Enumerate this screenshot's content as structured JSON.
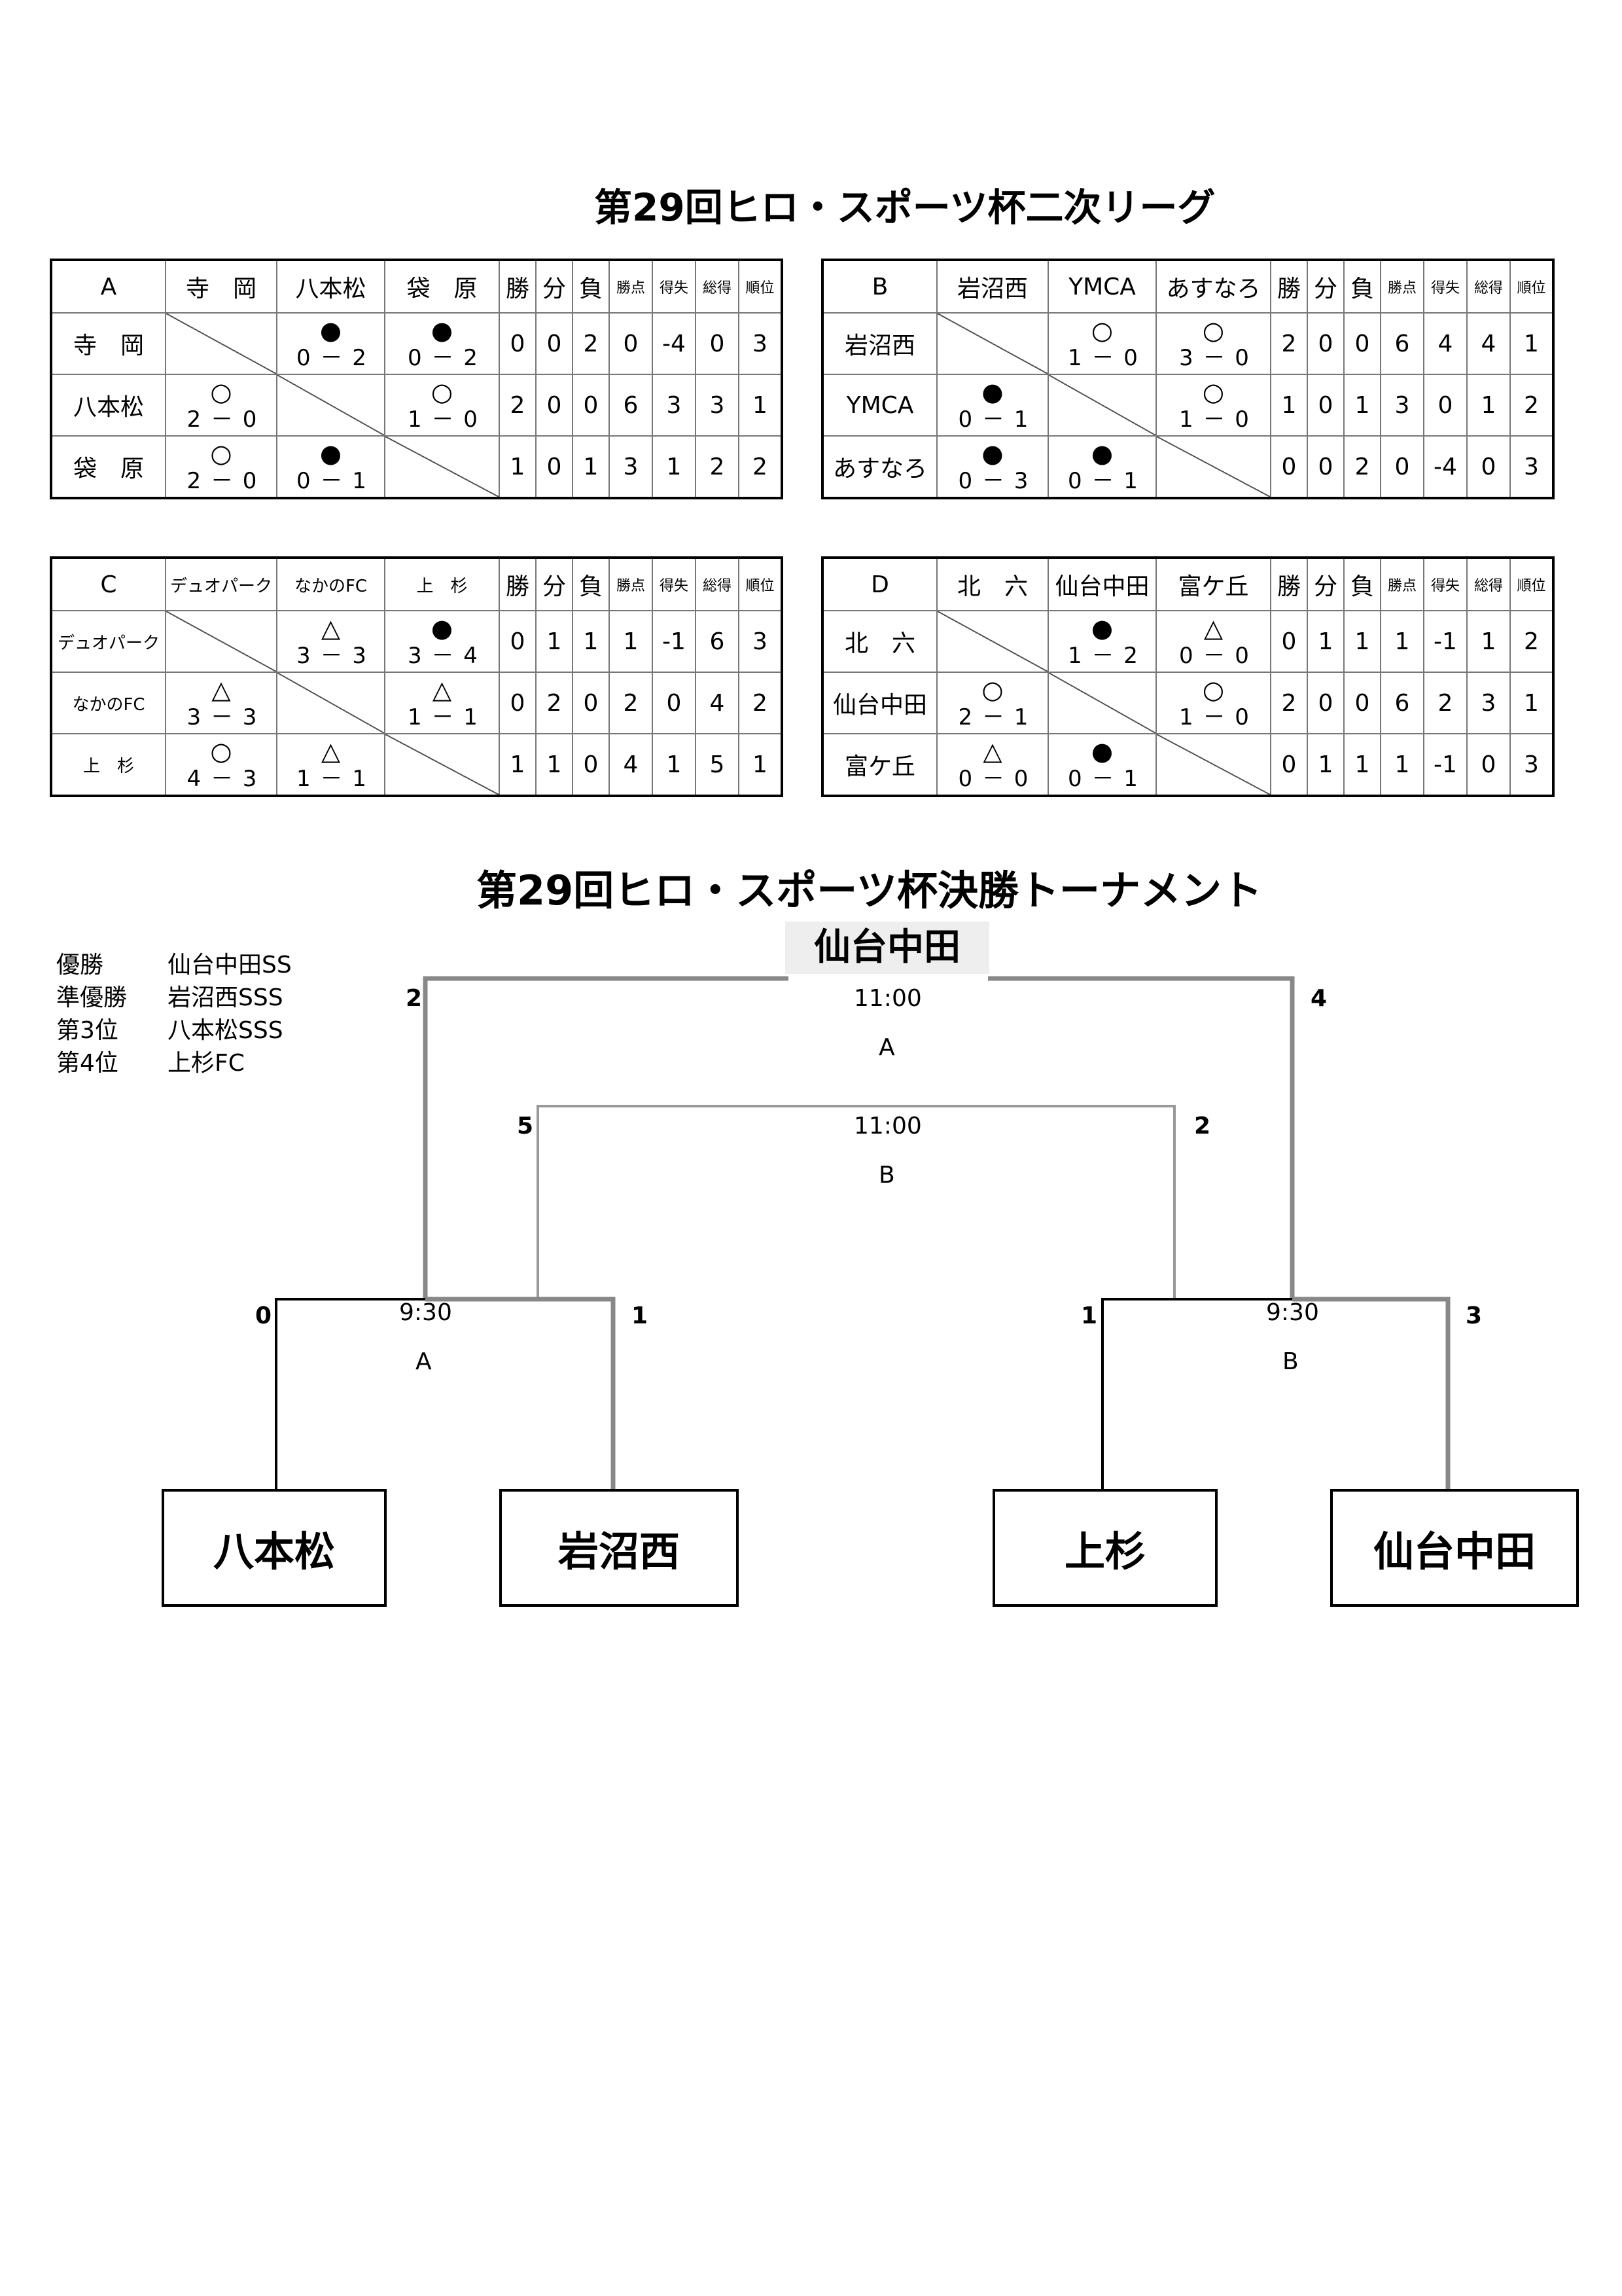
{
  "league_title": "第29回ヒロ・スポーツ杯二次リーグ",
  "tournament_title": "第29回ヒロ・スポーツ杯決勝トーナメント",
  "stat_headers": [
    "勝",
    "分",
    "負",
    "勝点",
    "得失",
    "総得",
    "順位"
  ],
  "leagues": [
    {
      "id": "A",
      "label": "A",
      "small_names": false,
      "teams": [
        "寺　岡",
        "八本松",
        "袋　原"
      ],
      "matches": [
        [
          null,
          {
            "mark": "●",
            "score": "0 － 2"
          },
          {
            "mark": "●",
            "score": "0 － 2"
          }
        ],
        [
          {
            "mark": "○",
            "score": "2 － 0"
          },
          null,
          {
            "mark": "○",
            "score": "1 － 0"
          }
        ],
        [
          {
            "mark": "○",
            "score": "2 － 0"
          },
          {
            "mark": "●",
            "score": "0 － 1"
          },
          null
        ]
      ],
      "stats": [
        [
          "0",
          "0",
          "2",
          "0",
          "-4",
          "0",
          "3"
        ],
        [
          "2",
          "0",
          "0",
          "6",
          "3",
          "3",
          "1"
        ],
        [
          "1",
          "0",
          "1",
          "3",
          "1",
          "2",
          "2"
        ]
      ]
    },
    {
      "id": "B",
      "label": "B",
      "small_names": false,
      "teams": [
        "岩沼西",
        "YMCA",
        "あすなろ"
      ],
      "matches": [
        [
          null,
          {
            "mark": "○",
            "score": "1 － 0"
          },
          {
            "mark": "○",
            "score": "3 － 0"
          }
        ],
        [
          {
            "mark": "●",
            "score": "0 － 1"
          },
          null,
          {
            "mark": "○",
            "score": "1 － 0"
          }
        ],
        [
          {
            "mark": "●",
            "score": "0 － 3"
          },
          {
            "mark": "●",
            "score": "0 － 1"
          },
          null
        ]
      ],
      "stats": [
        [
          "2",
          "0",
          "0",
          "6",
          "4",
          "4",
          "1"
        ],
        [
          "1",
          "0",
          "1",
          "3",
          "0",
          "1",
          "2"
        ],
        [
          "0",
          "0",
          "2",
          "0",
          "-4",
          "0",
          "3"
        ]
      ]
    },
    {
      "id": "C",
      "label": "C",
      "small_names": true,
      "teams": [
        "デュオパーク",
        "なかのFC",
        "上　杉"
      ],
      "matches": [
        [
          null,
          {
            "mark": "△",
            "score": "3 － 3"
          },
          {
            "mark": "●",
            "score": "3 － 4"
          }
        ],
        [
          {
            "mark": "△",
            "score": "3 － 3"
          },
          null,
          {
            "mark": "△",
            "score": "1 － 1"
          }
        ],
        [
          {
            "mark": "○",
            "score": "4 － 3"
          },
          {
            "mark": "△",
            "score": "1 － 1"
          },
          null
        ]
      ],
      "stats": [
        [
          "0",
          "1",
          "1",
          "1",
          "-1",
          "6",
          "3"
        ],
        [
          "0",
          "2",
          "0",
          "2",
          "0",
          "4",
          "2"
        ],
        [
          "1",
          "1",
          "0",
          "4",
          "1",
          "5",
          "1"
        ]
      ]
    },
    {
      "id": "D",
      "label": "D",
      "small_names": false,
      "teams": [
        "北　六",
        "仙台中田",
        "富ケ丘"
      ],
      "matches": [
        [
          null,
          {
            "mark": "●",
            "score": "1 － 2"
          },
          {
            "mark": "△",
            "score": "0 － 0"
          }
        ],
        [
          {
            "mark": "○",
            "score": "2 － 1"
          },
          null,
          {
            "mark": "○",
            "score": "1 － 0"
          }
        ],
        [
          {
            "mark": "△",
            "score": "0 － 0"
          },
          {
            "mark": "●",
            "score": "0 － 1"
          },
          null
        ]
      ],
      "stats": [
        [
          "0",
          "1",
          "1",
          "1",
          "-1",
          "1",
          "2"
        ],
        [
          "2",
          "0",
          "0",
          "6",
          "2",
          "3",
          "1"
        ],
        [
          "0",
          "1",
          "1",
          "1",
          "-1",
          "0",
          "3"
        ]
      ]
    }
  ],
  "final_results": [
    {
      "rank": "優勝",
      "team": "仙台中田SS"
    },
    {
      "rank": "準優勝",
      "team": "岩沼西SSS"
    },
    {
      "rank": "第3位",
      "team": "八本松SSS"
    },
    {
      "rank": "第4位",
      "team": "上杉FC"
    }
  ],
  "bracket": {
    "champion": "仙台中田",
    "final": {
      "time": "11:00",
      "court": "A",
      "left_score": "2",
      "right_score": "4"
    },
    "third_place": {
      "time": "11:00",
      "court": "B",
      "left_score": "5",
      "right_score": "2"
    },
    "semi_left": {
      "time": "9:30",
      "court": "A",
      "left_score": "0",
      "right_score": "1"
    },
    "semi_right": {
      "time": "9:30",
      "court": "B",
      "left_score": "1",
      "right_score": "3"
    },
    "teams": [
      "八本松",
      "岩沼西",
      "上杉",
      "仙台中田"
    ]
  }
}
